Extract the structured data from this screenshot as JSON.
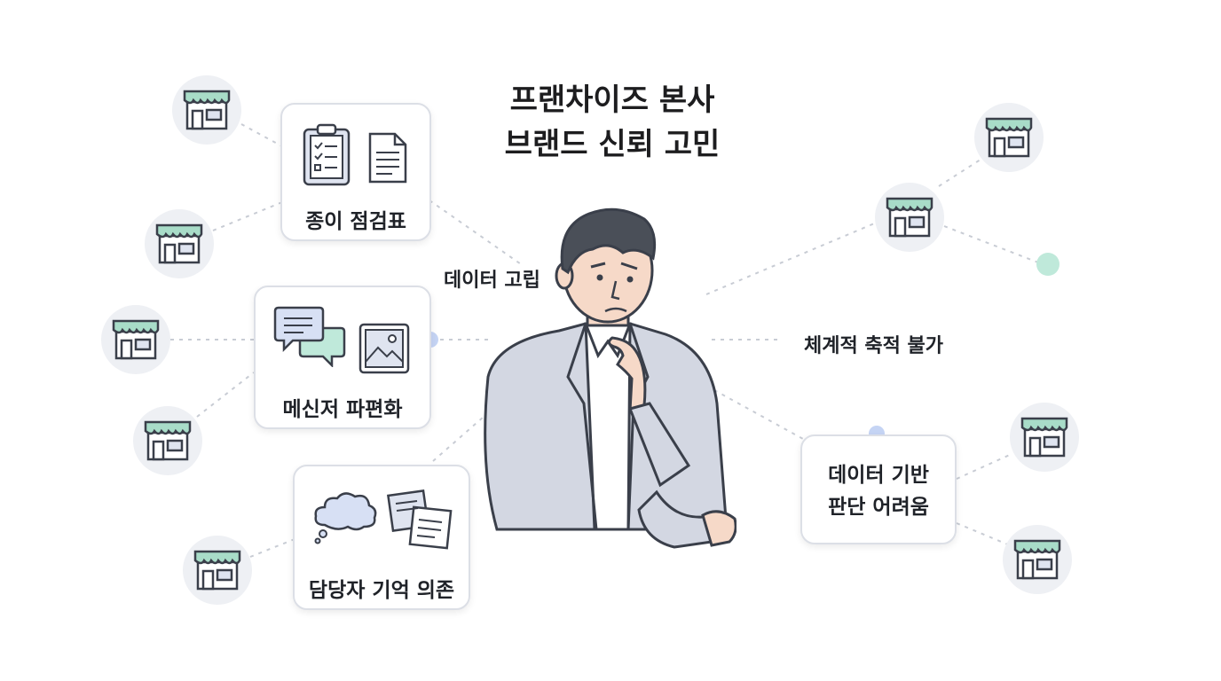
{
  "title": {
    "line1": "프랜차이즈 본사",
    "line2": "브랜드 신뢰 고민"
  },
  "cards": {
    "paper_checklist": "종이 점검표",
    "messenger_fragmentation": "메신저 파편화",
    "staff_memory": "담당자 기억 의존",
    "data_judgment": {
      "line1": "데이터 기반",
      "line2": "판단 어려움"
    }
  },
  "tags": {
    "data_isolation": "데이터 고립",
    "no_accumulation": "체계적 축적 불가"
  },
  "icons": {
    "store": "storefront-icon",
    "clipboard": "clipboard-checklist-icon",
    "document": "document-icon",
    "chat": "chat-bubbles-icon",
    "image": "image-icon",
    "thought": "thought-cloud-icon",
    "notes": "sticky-notes-icon",
    "person": "worried-businessman-illustration"
  },
  "colors": {
    "awning_green": "#a8dcc8",
    "store_gray": "#eef0f4",
    "line_gray": "#c8ccd4",
    "blue_dot": "#c5d4f4",
    "green_dot": "#bfe9da",
    "suit": "#d3d7e2"
  }
}
